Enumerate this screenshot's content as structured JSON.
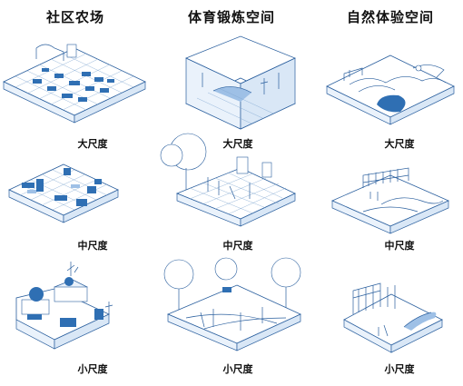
{
  "columns": [
    {
      "title": "社区农场",
      "scales": [
        "大尺度",
        "中尺度",
        "小尺度"
      ]
    },
    {
      "title": "体育锻炼空间",
      "scales": [
        "大尺度",
        "中尺度",
        "小尺度"
      ]
    },
    {
      "title": "自然体验空间",
      "scales": [
        "大尺度",
        "中尺度",
        "小尺度"
      ]
    }
  ],
  "colors": {
    "line": "#2a5f9e",
    "fill": "#2f6fb3",
    "light": "#9ec0e6"
  }
}
